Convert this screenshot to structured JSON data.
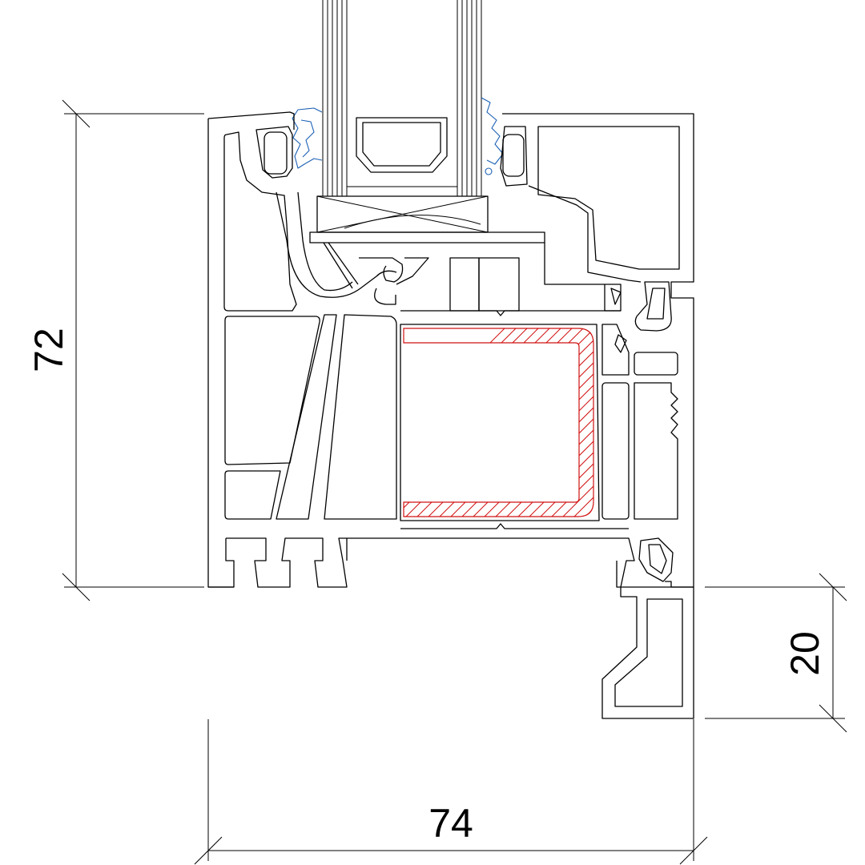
{
  "dimensions": {
    "height": "72",
    "width": "74",
    "sash_offset": "20"
  },
  "colors": {
    "outline": "#000000",
    "gasket": "#1a5fb4",
    "steel_reinforcement": "#d01010",
    "background": "#ffffff"
  }
}
